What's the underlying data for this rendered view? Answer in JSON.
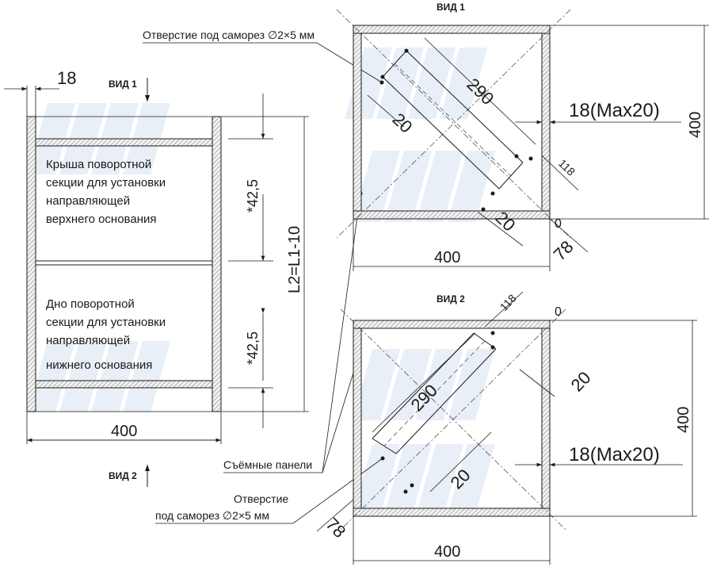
{
  "left_view": {
    "dim_top": "18",
    "view1_label": "ВИД 1",
    "view2_label": "ВИД 2",
    "roof_text": [
      "Крыша поворотной",
      "секции для установки",
      "направляющей",
      "верхнего основания"
    ],
    "bottom_text": [
      "Дно поворотной",
      "секции для установки",
      "направляющей",
      "нижнего основания"
    ],
    "dim_upper": "*42,5",
    "dim_lower": "*42,5",
    "dim_height": "L2=L1-10",
    "dim_width": "400"
  },
  "labels": {
    "screw_hole_top": "Отверстие под саморез ∅2×5 мм",
    "removable_panels": "Съёмные панели",
    "screw_hole_bottom_line1": "Отверстие",
    "screw_hole_bottom_line2": "под саморез ∅2×5 мм"
  },
  "view1": {
    "title": "ВИД 1",
    "dim_290": "290",
    "dim_20_a": "20",
    "dim_20_b": "20",
    "dim_118": "118",
    "dim_78": "78",
    "dim_side": "18(Max20)",
    "dim_height": "400",
    "dim_width": "400",
    "origin": "0"
  },
  "view2": {
    "title": "ВИД 2",
    "dim_290": "290",
    "dim_20_a": "20",
    "dim_20_b": "20",
    "dim_118": "118",
    "dim_78": "78",
    "dim_side": "18(Max20)",
    "dim_height": "400",
    "dim_width": "400",
    "origin": "0"
  }
}
